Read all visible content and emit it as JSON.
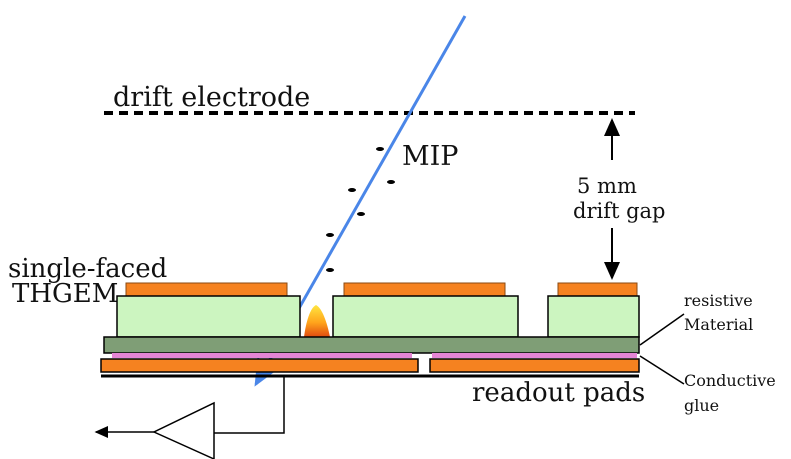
{
  "labels": {
    "drift_electrode": "drift electrode",
    "mip": "MIP",
    "gap_value": "5 mm",
    "gap_text": "drift gap",
    "thgem_line1": "single-faced",
    "thgem_line2": "THGEM",
    "resistive_line1": "resistive",
    "resistive_line2": "Material",
    "readout_pads": "readout pads",
    "glue_line1": "Conductive",
    "glue_line2": "glue"
  },
  "colors": {
    "electrode": "#f58220",
    "electrode_border": "#8a4a12",
    "insulator": "#ccf5c0",
    "resistive_layer": "#7f9e76",
    "glue": "#e585d4",
    "track": "#4a86e8",
    "ink": "#000000"
  }
}
